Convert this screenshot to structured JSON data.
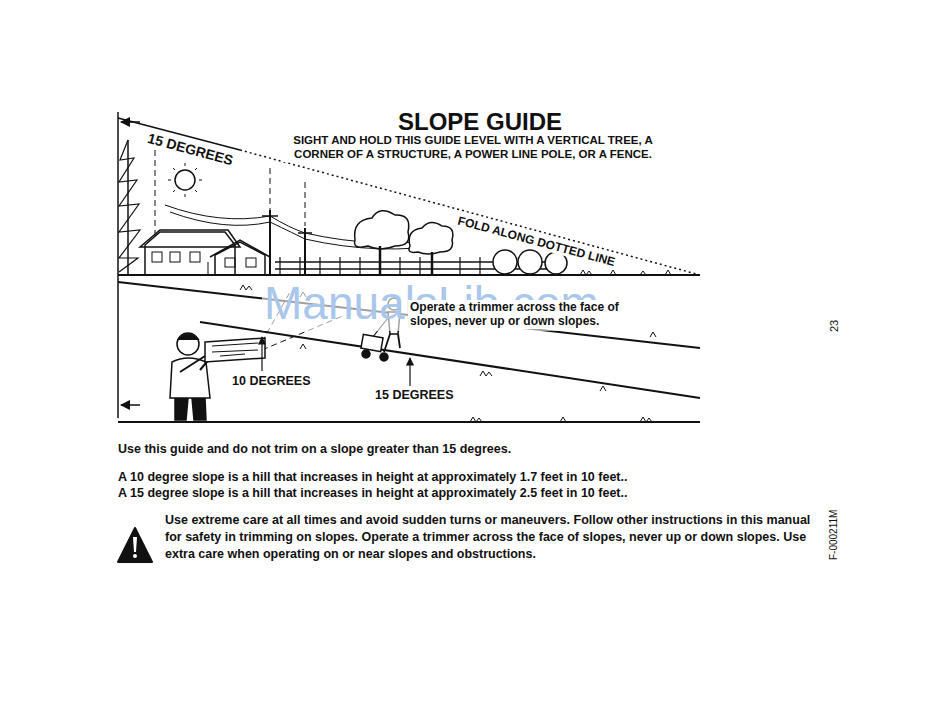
{
  "diagram": {
    "title": "SLOPE GUIDE",
    "labels": [
      "15 DEGREES",
      "SIGHT AND HOLD THIS GUIDE LEVEL WITH A VERTICAL TREE, A CORNER OF A STRUCTURE, A POWER LINE POLE, OR A FENCE.",
      "FOLD ALONG DOTTED LINE",
      "ManualsLib.com",
      "Operate a trimmer across the face of slopes, never up or down slopes.",
      "10 DEGREES",
      "15 DEGREES",
      "23",
      "Use this guide and do not trim on a slope greater than 15 degrees.",
      "A 10 degree slope is a hill that increases in height at approximately 1.7 feet in 10 feet..",
      "A 15 degree slope is a hill that increases in height at approximately 2.5 feet in 10 feet..",
      "Use extreme care at all times and avoid sudden turns or maneuvers. Follow other instructions in this manual for safety in trimming on slopes. Operate a trimmer across the face of slopes, never up or down slopes. Use extra care when operating on or near slopes and obstructions.",
      "F-000211M"
    ]
  }
}
